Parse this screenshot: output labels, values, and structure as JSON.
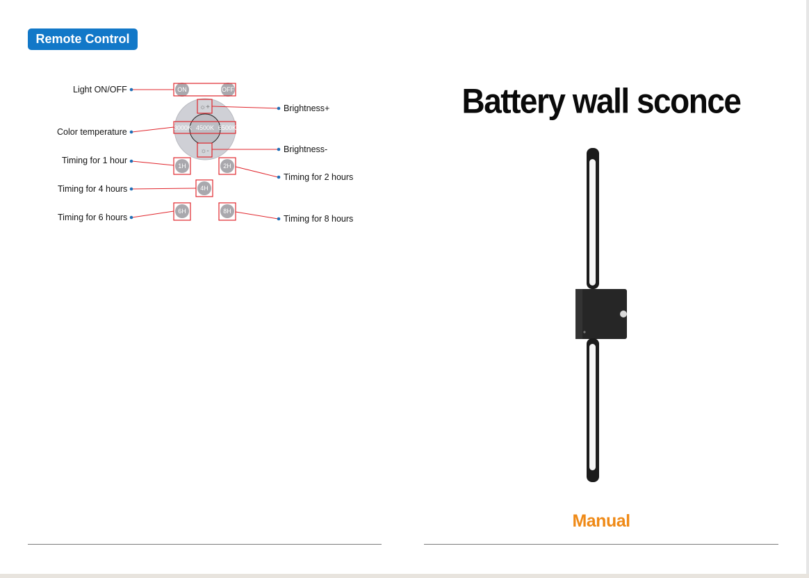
{
  "left_page": {
    "section_title": "Remote Control",
    "labels": {
      "light_onoff": "Light ON/OFF",
      "color_temperature": "Color temperature",
      "timing_1h": "Timing for 1 hour",
      "timing_4h": "Timing for 4 hours",
      "timing_6h": "Timing for 6 hours",
      "brightness_up": "Brightness+",
      "brightness_down": "Brightness-",
      "timing_2h": "Timing for 2 hours",
      "timing_8h": "Timing for 8 hours"
    },
    "remote_buttons": {
      "on": "ON",
      "off": "OFF",
      "cct_warm": "3000K",
      "cct_mid": "4500K",
      "cct_cool": "6500K",
      "t1": "1H",
      "t2": "2H",
      "t4": "4H",
      "t6": "6H",
      "t8": "8H"
    }
  },
  "right_page": {
    "title": "Battery wall sconce",
    "footer_label": "Manual"
  },
  "colors": {
    "badge_blue": "#1278c8",
    "callout_red": "#e0242b",
    "dot_blue": "#1f6fb6",
    "manual_orange": "#ef8a17",
    "button_gray": "#a9a8ad"
  }
}
